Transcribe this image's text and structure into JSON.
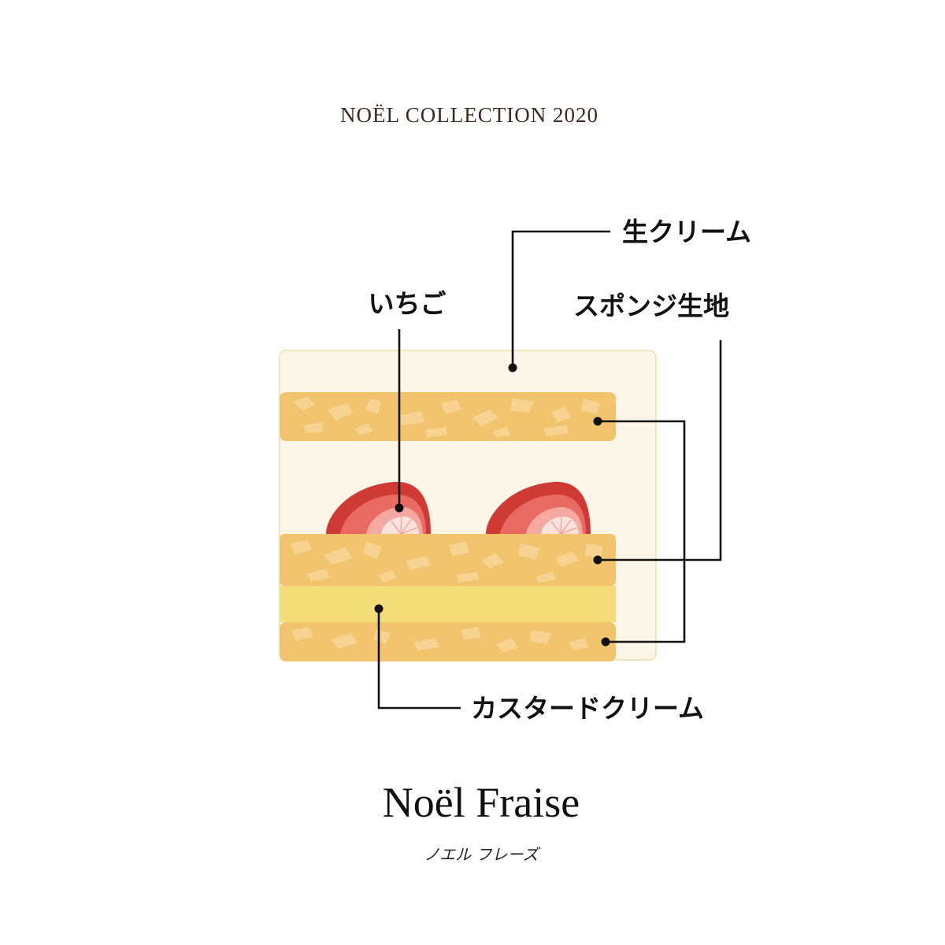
{
  "header": {
    "collection_title": "NOËL COLLECTION 2020"
  },
  "labels": {
    "whipped_cream": "生クリーム",
    "strawberry": "いちご",
    "sponge": "スポンジ生地",
    "custard": "カスタードクリーム"
  },
  "product": {
    "name": "Noël Fraise",
    "name_kana": "ノエル フレーズ"
  },
  "colors": {
    "background": "#ffffff",
    "cream": "#fdf5e6",
    "cream_outline": "#f0dcae",
    "sponge": "#f2c46e",
    "sponge_texture": "#f7d594",
    "custard": "#f4dc76",
    "strawberry_dark": "#cf3a35",
    "strawberry_mid": "#e86a63",
    "strawberry_light": "#f5a8a0",
    "strawberry_core": "#fbe3dd",
    "line": "#111111"
  }
}
